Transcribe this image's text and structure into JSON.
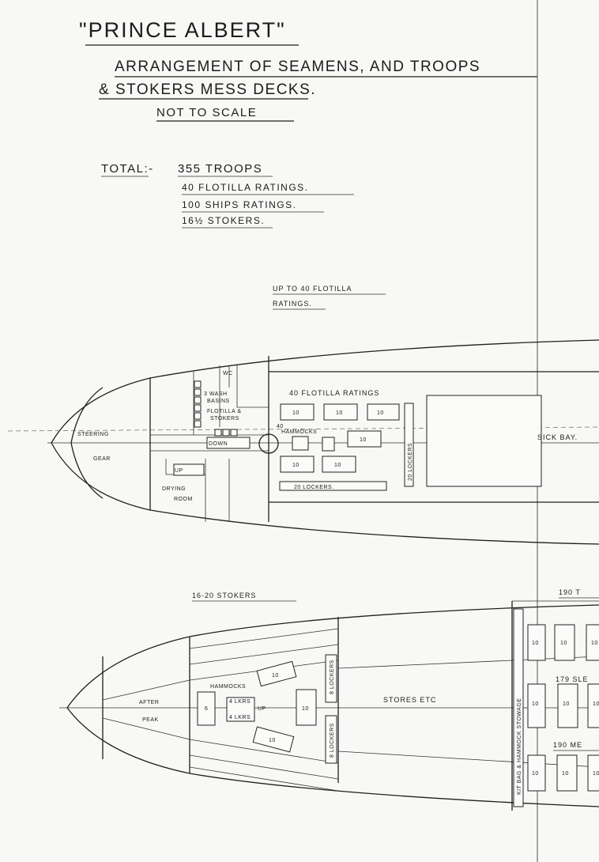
{
  "header": {
    "title": "\"PRINCE ALBERT\"",
    "subtitle_line1": "ARRANGEMENT OF SEAMENS, AND TROOPS",
    "subtitle_line2": "& STOKERS MESS DECKS.",
    "scale_note": "NOT TO SCALE"
  },
  "totals": {
    "label": "TOTAL:-",
    "items": [
      "355 TROOPS",
      "40 FLOTILLA RATINGS.",
      "100 SHIPS RATINGS.",
      "16½ STOKERS."
    ]
  },
  "upper_deck": {
    "caption_line1": "UP TO 40 FLOTILLA",
    "caption_line2": "RATINGS.",
    "wc": "WC",
    "wash_basins_line1": "3 WASH",
    "wash_basins_line2": "BASINS",
    "flotilla_stokers_line1": "FLOTILLA &",
    "flotilla_stokers_line2": "STOKERS",
    "down": "DOWN",
    "up": "UP",
    "steering_line1": "STEERING",
    "steering_line2": "GEAR",
    "drying_line1": "DRYING",
    "drying_line2": "ROOM",
    "mess_label": "40 FLOTILLA RATINGS",
    "hammocks_line1": "40",
    "hammocks_line2": "HAMMOCKS",
    "bunks": [
      "10",
      "10",
      "10",
      "10",
      "10",
      "10"
    ],
    "lockers_vertical": "20 LOCKERS",
    "lockers_horizontal": "20 LOCKERS.",
    "sick_bay": "SICK BAY."
  },
  "lower_deck": {
    "caption": "16-20 STOKERS",
    "after_peak_line1": "AFTER",
    "after_peak_line2": "PEAK",
    "hammocks": "HAMMOCKS",
    "lockers_top": "4 LKRS",
    "lockers_bottom": "4 LKRS",
    "up": "UP",
    "bunk_six": "6",
    "bunks": [
      "10",
      "10",
      "10"
    ],
    "lockers_upper": "8 LOCKERS",
    "lockers_lower": "8 LOCKERS",
    "stores": "STORES ETC",
    "kit_bag": "KIT BAG & HAMMOCK STOWAGE",
    "troops_caption": "190 T",
    "sleeping_caption": "179 SLE",
    "mess_caption": "190 ME",
    "troop_bunks": [
      "10",
      "10",
      "10",
      "10",
      "10",
      "10",
      "10",
      "10",
      "10"
    ]
  }
}
